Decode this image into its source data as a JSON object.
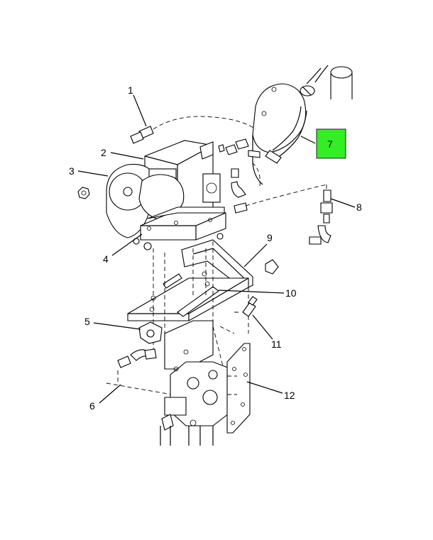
{
  "callouts": [
    {
      "id": "1",
      "label": "1"
    },
    {
      "id": "2",
      "label": "2"
    },
    {
      "id": "3",
      "label": "3"
    },
    {
      "id": "4",
      "label": "4"
    },
    {
      "id": "5",
      "label": "5"
    },
    {
      "id": "6",
      "label": "6"
    },
    {
      "id": "7",
      "label": "7",
      "highlighted": true
    },
    {
      "id": "8",
      "label": "8"
    },
    {
      "id": "9",
      "label": "9"
    },
    {
      "id": "10",
      "label": "10"
    },
    {
      "id": "11",
      "label": "11"
    },
    {
      "id": "12",
      "label": "12"
    }
  ],
  "colors": {
    "highlight": "#33ee22",
    "line": "#000000",
    "background": "#ffffff"
  }
}
